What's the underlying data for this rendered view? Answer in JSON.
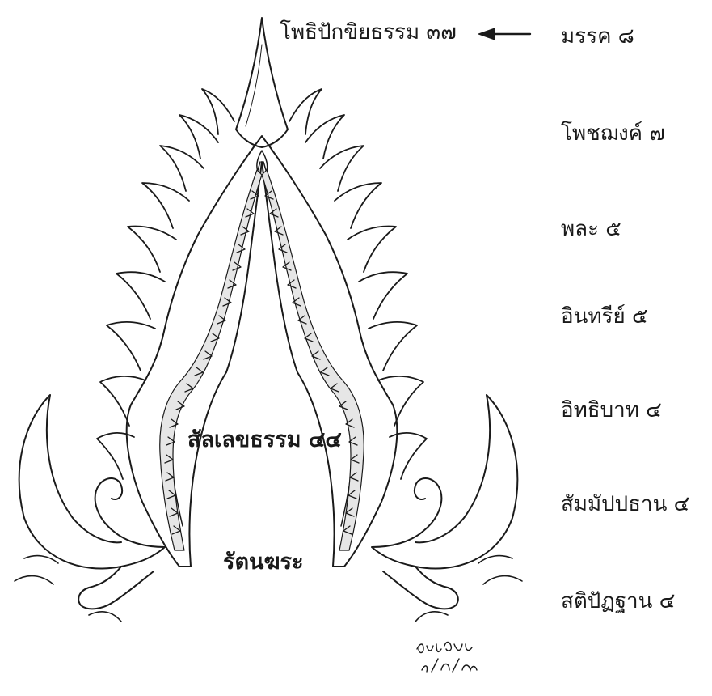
{
  "diagram": {
    "top_label": "โพธิปักขิยธรรม ๓๗",
    "factors": [
      {
        "label": "มรรค ๘"
      },
      {
        "label": "โพชฌงค์ ๗"
      },
      {
        "label": "พละ ๕"
      },
      {
        "label": "อินทรีย์ ๕"
      },
      {
        "label": "อิทธิบาท ๔"
      },
      {
        "label": "สัมมัปปธาน ๔"
      },
      {
        "label": "สติปัฏฐาน ๔"
      }
    ],
    "inner_label": "สัลเลขธรรม ๔๔",
    "base_label": "รัตนฆระ",
    "signature": "จิรงปัญโญ ๗/๒๗/๕๕"
  },
  "colors": {
    "ink": "#1a1a1a",
    "shading": "#e6e6e6",
    "paper": "#ffffff"
  }
}
